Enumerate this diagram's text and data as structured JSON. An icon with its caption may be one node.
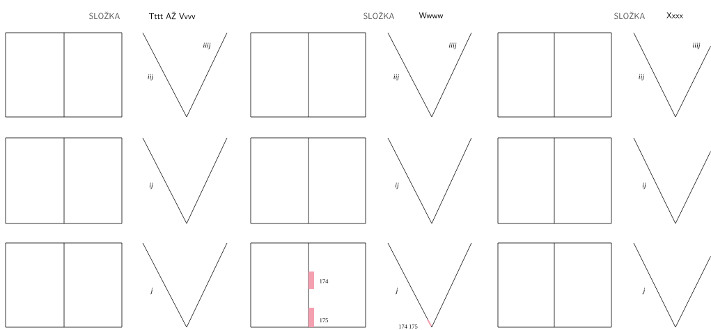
{
  "diagram": {
    "labels": [
      "SLOŽKA",
      "Tttt AŽ Vvvv",
      "SLOŽKA",
      "Wwww",
      "SLOŽKA",
      "Xxxx",
      "iiij",
      "iij",
      "iiij",
      "iij",
      "iiij",
      "iij",
      "ij",
      "ij",
      "ij",
      "j",
      "174",
      "175",
      "j",
      "174 175",
      "j"
    ]
  }
}
